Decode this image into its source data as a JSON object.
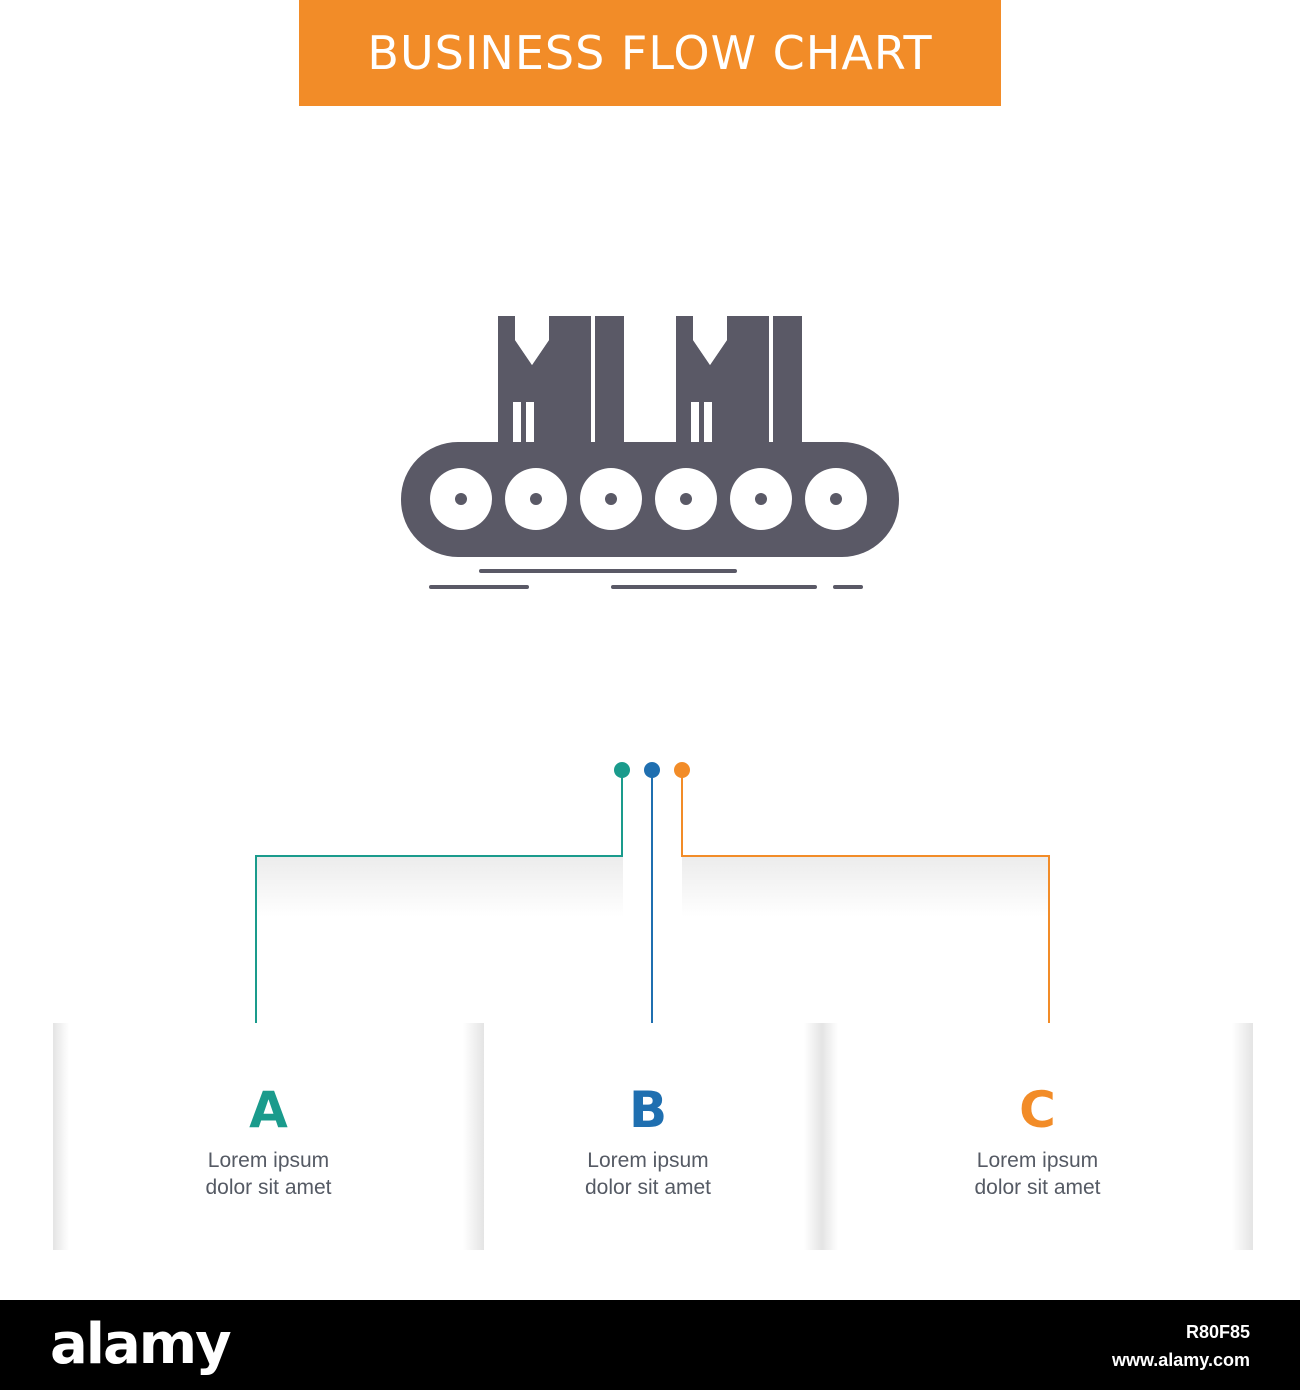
{
  "title": "BUSINESS FLOW CHART",
  "colors": {
    "banner": "#f28c28",
    "icon": "#5a5966",
    "teal": "#1a9b8c",
    "blue": "#1f6fb0",
    "orange": "#f28c28"
  },
  "icon": {
    "name": "conveyor-belt-icon"
  },
  "steps": [
    {
      "letter": "A",
      "line1": "Lorem ipsum",
      "line2": "dolor sit amet",
      "color": "#1a9b8c"
    },
    {
      "letter": "B",
      "line1": "Lorem ipsum",
      "line2": "dolor sit amet",
      "color": "#1f6fb0"
    },
    {
      "letter": "C",
      "line1": "Lorem ipsum",
      "line2": "dolor sit amet",
      "color": "#f28c28"
    }
  ],
  "footer": {
    "brand": "alamy",
    "image_id": "R80F85",
    "url": "www.alamy.com"
  }
}
